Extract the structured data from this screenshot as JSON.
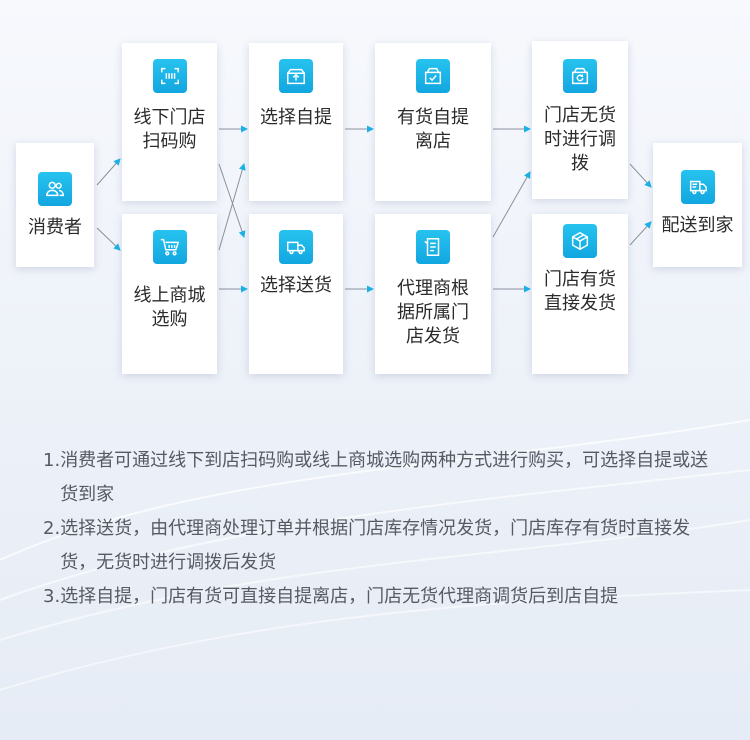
{
  "nodes": {
    "consumer": {
      "label": "消费者",
      "icon": "users-icon"
    },
    "offline_scan": {
      "label": "线下门店\n扫码购",
      "icon": "scan-icon"
    },
    "online_mall": {
      "label": "线上商城\n选购",
      "icon": "cart-icon"
    },
    "choose_pickup": {
      "label": "选择自提",
      "icon": "box-upload-icon"
    },
    "choose_delivery": {
      "label": "选择送货",
      "icon": "truck-icon"
    },
    "instock_leave": {
      "label": "有货自提\n离店",
      "icon": "bag-check-icon"
    },
    "agent_ship": {
      "label": "代理商根\n据所属门\n店发货",
      "icon": "document-list-icon"
    },
    "no_stock_transfer": {
      "label": "门店无货\n时进行调\n拨",
      "icon": "bag-refresh-icon"
    },
    "instock_ship": {
      "label": "门店有货\n直接发货",
      "icon": "package-icon"
    },
    "home_delivery": {
      "label": "配送到家",
      "icon": "delivery-truck-icon"
    }
  },
  "colors": {
    "accent": "#1bb3e8",
    "connector": "#8a929e",
    "text": "#2b2b2b",
    "note_text": "#555a63"
  },
  "notes": [
    {
      "num": "1.",
      "text": "消费者可通过线下到店扫码购或线上商城选购两种方式进行购买，可选择自提或送货到家"
    },
    {
      "num": "2.",
      "text": "选择送货，由代理商处理订单并根据门店库存情况发货，门店库存有货时直接发货，无货时进行调拨后发货"
    },
    {
      "num": "3.",
      "text": "选择自提，门店有货可直接自提离店，门店无货代理商调货后到店自提"
    }
  ]
}
